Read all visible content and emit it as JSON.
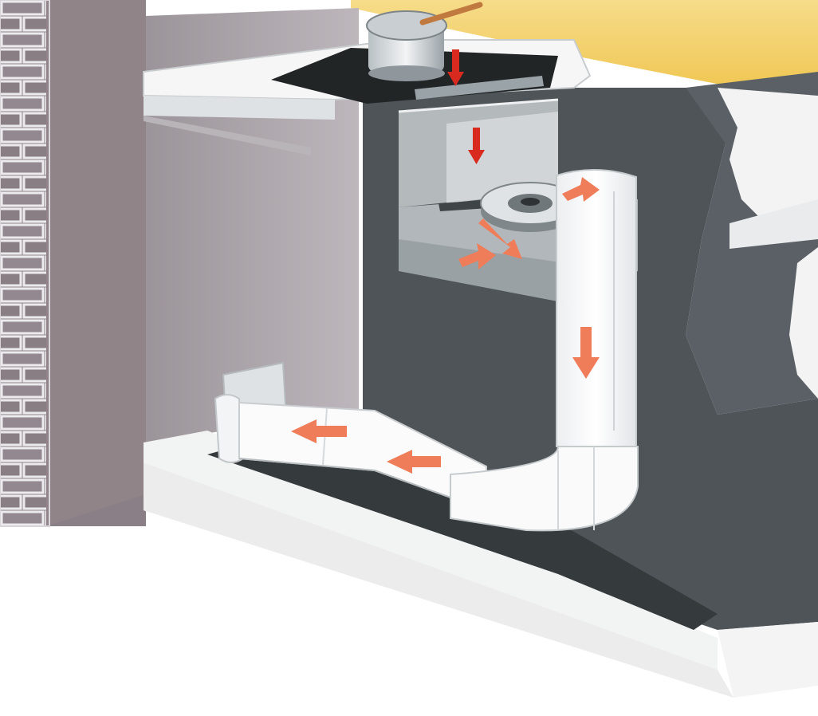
{
  "diagram": {
    "kind": "cutaway illustration",
    "text_labels": [],
    "colors": {
      "ceiling": "#f3cf6a",
      "brick_wall": "#8e8289",
      "brick_mortar": "#e9e6e8",
      "interior_wall": "#a7a0a5",
      "dark_cavity": "#4f5559",
      "countertop": "#f4f5f4",
      "cooktop": "#222526",
      "duct": "#f7f7f7",
      "airflow_arrow": "#ef7d5a",
      "hot_arrow": "#d82a1f",
      "plinth": "#f6f6f6"
    },
    "elements": [
      "brick-wall",
      "countertop",
      "cooktop",
      "cooking-pot",
      "downdraft-hood",
      "blower-fan",
      "vertical-duct",
      "duct-elbow",
      "horizontal-duct",
      "wall-vent-outlet",
      "airflow-arrows"
    ],
    "airflow": {
      "count": 8,
      "path": [
        "cooktop",
        "downdraft-hood",
        "blower-fan",
        "vertical-duct",
        "duct-elbow",
        "horizontal-duct",
        "wall-vent-outlet"
      ]
    }
  }
}
